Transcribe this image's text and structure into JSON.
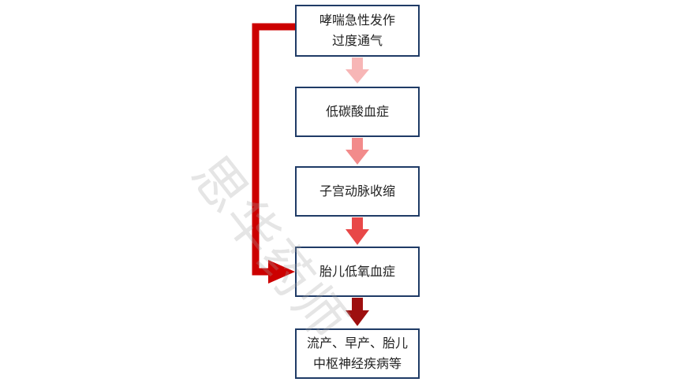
{
  "flow": {
    "nodes": [
      {
        "line1": "哮喘急性发作",
        "line2": "过度通气"
      },
      {
        "line1": "低碳酸血症"
      },
      {
        "line1": "子宫动脉收缩"
      },
      {
        "line1": "胎儿低氧血症"
      },
      {
        "line1": "流产、早产、胎儿",
        "line2": "中枢神经疾病等"
      }
    ],
    "arrow_colors": [
      "#f7b6b6",
      "#f28b8b",
      "#e84848",
      "#9e0f0f"
    ],
    "bypass_color": "#cc0000",
    "border_color": "#1f3b66"
  },
  "watermark": {
    "text": "思华药师"
  }
}
